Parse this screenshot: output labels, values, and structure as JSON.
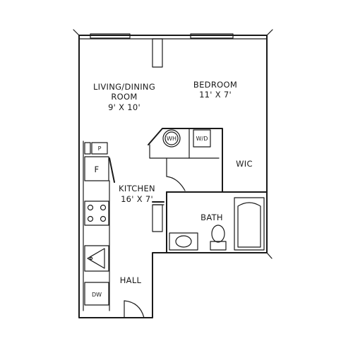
{
  "rooms": {
    "living_name_line1": "LIVING/DINING",
    "living_name_line2": "ROOM",
    "living_size": "9' X 10'",
    "bedroom_name": "BEDROOM",
    "bedroom_size": "11' X 7'",
    "kitchen_name": "KITCHEN",
    "kitchen_size": "16' X 7'",
    "wic": "WIC",
    "bath": "BATH",
    "hall": "HALL"
  },
  "fixtures": {
    "water_heater": "WH",
    "washer_dryer": "W/D",
    "pantry": "P",
    "fridge": "F",
    "dishwasher": "DW"
  }
}
